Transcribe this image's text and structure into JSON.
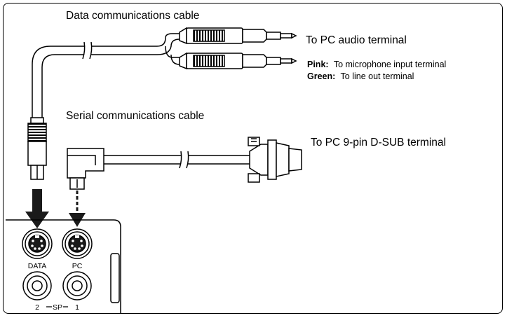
{
  "labels": {
    "data_cable": "Data communications cable",
    "serial_cable": "Serial communications cable",
    "audio_terminal": "To PC audio terminal",
    "pink_key": "Pink:",
    "pink_text": "To microphone input terminal",
    "green_key": "Green:",
    "green_text": "To line out terminal",
    "dsub_terminal": "To PC 9-pin D-SUB terminal"
  },
  "ports": {
    "data": "DATA",
    "pc": "PC",
    "sp2": "2",
    "sp": "SP",
    "sp1": "1"
  },
  "colors": {
    "line": "#000000",
    "fill_dark": "#1a1a1a",
    "fill_grey": "#d9d9d9",
    "background": "#ffffff"
  }
}
